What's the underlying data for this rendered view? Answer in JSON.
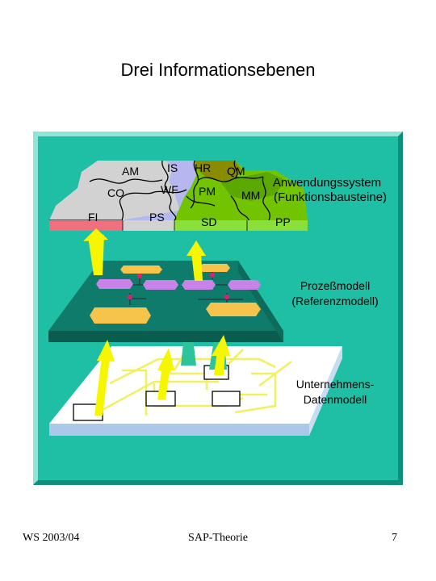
{
  "slide": {
    "title": "Drei Informationsebenen"
  },
  "layers": {
    "application": {
      "label_line1": "Anwendungssystem",
      "label_line2": "(Funktionsbausteine)",
      "modules": [
        "AM",
        "IS",
        "HR",
        "QM",
        "CO",
        "WF",
        "PM",
        "MM",
        "FI",
        "PS",
        "SD",
        "PP"
      ]
    },
    "process": {
      "label_line1": "Prozeßmodell",
      "label_line2": "(Referenzmodell)"
    },
    "data": {
      "label_line1": "Unternehmens-",
      "label_line2": "Datenmodell"
    }
  },
  "colors": {
    "background": "#1fbfa6",
    "panel_border": "#6fdccb",
    "module_gray": "#d2d2d2",
    "module_lavender": "#b7b7ef",
    "module_green": "#73c400",
    "module_olive": "#8b8b00",
    "layer_red": "#f07080",
    "layer_light_green": "#8adf3a",
    "process_surface": "#0f7b6a",
    "process_front": "#0a5c4f",
    "data_front": "#a9c8ea",
    "arrow_yellow": "#f6f600",
    "arrow_green": "#2ec49a",
    "box_orange": "#f6c44a",
    "box_purple": "#c983e8",
    "line_yellow": "#f0f060"
  },
  "footer": {
    "left": "WS 2003/04",
    "center": "SAP-Theorie",
    "right": "7"
  }
}
